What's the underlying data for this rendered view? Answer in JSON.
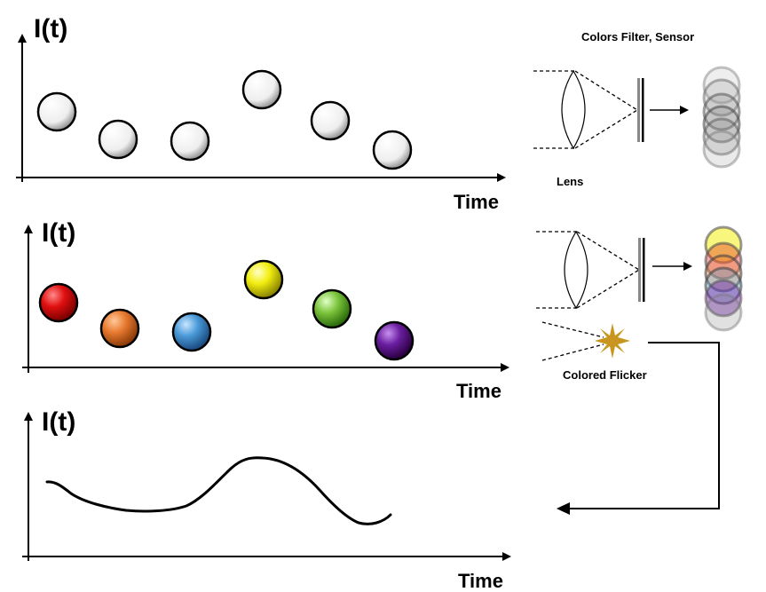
{
  "panels": [
    {
      "y_label": "I(t)",
      "x_label": "Time"
    },
    {
      "y_label": "I(t)",
      "x_label": "Time"
    },
    {
      "y_label": "I(t)",
      "x_label": "Time"
    }
  ],
  "annotations": {
    "filter_sensor": "Colors Filter, Sensor",
    "lens": "Lens",
    "flicker": "Colored Flicker"
  },
  "colors": {
    "ball_white": "#f2f2f2",
    "red": "#e01010",
    "orange": "#e87a30",
    "blue": "#4a9ad8",
    "yellow": "#f2ee10",
    "green": "#7cc43c",
    "purple": "#6a1ea0",
    "flicker_star": "#c8961e"
  },
  "panel1_balls": [
    "white",
    "white",
    "white",
    "white",
    "white",
    "white"
  ],
  "panel2_balls": [
    "red",
    "orange",
    "blue",
    "yellow",
    "green",
    "purple"
  ]
}
